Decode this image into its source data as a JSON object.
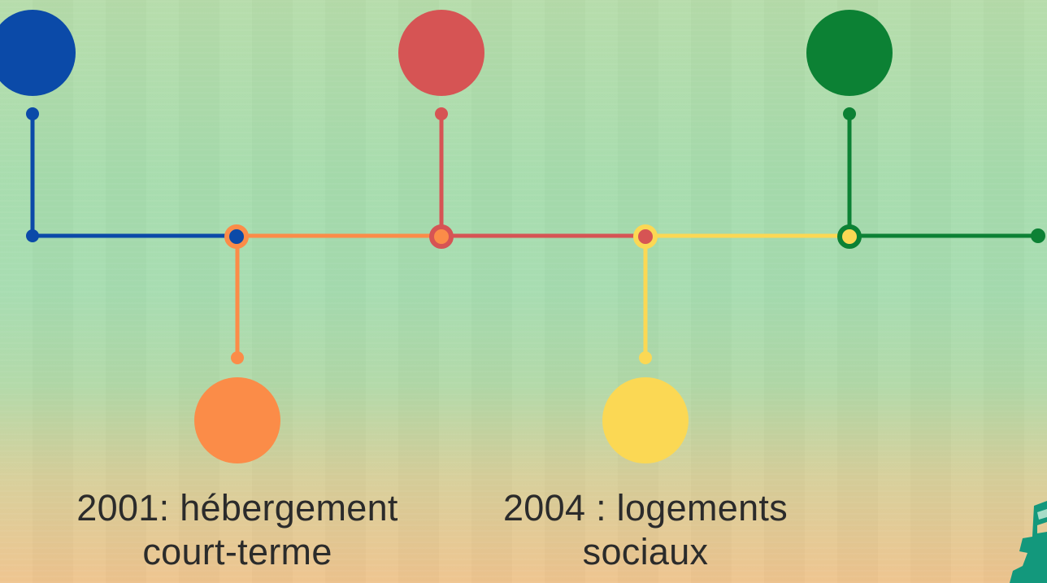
{
  "timeline": {
    "colors": {
      "blue": "#0b4aa8",
      "orange": "#fb8c48",
      "red": "#d65454",
      "yellow": "#fbd854",
      "green": "#0c8134"
    },
    "milestones": [
      {
        "id": "milestone-1",
        "color": "blue",
        "direction": "up",
        "caption": null
      },
      {
        "id": "milestone-2",
        "color": "orange",
        "direction": "down",
        "caption": [
          "2001: hébergement",
          "court-terme"
        ]
      },
      {
        "id": "milestone-3",
        "color": "red",
        "direction": "up",
        "caption": null
      },
      {
        "id": "milestone-4",
        "color": "yellow",
        "direction": "down",
        "caption": [
          "2004 : logements",
          "sociaux"
        ]
      },
      {
        "id": "milestone-5",
        "color": "green",
        "direction": "up",
        "caption": null
      }
    ]
  },
  "captions": {
    "milestone_2": {
      "line1": "2001: hébergement",
      "line2": "court-terme"
    },
    "milestone_4": {
      "line1": "2004 : logements",
      "line2": "sociaux"
    }
  },
  "logo": {
    "icon": "partial-logo-icon",
    "color": "#13987c"
  }
}
